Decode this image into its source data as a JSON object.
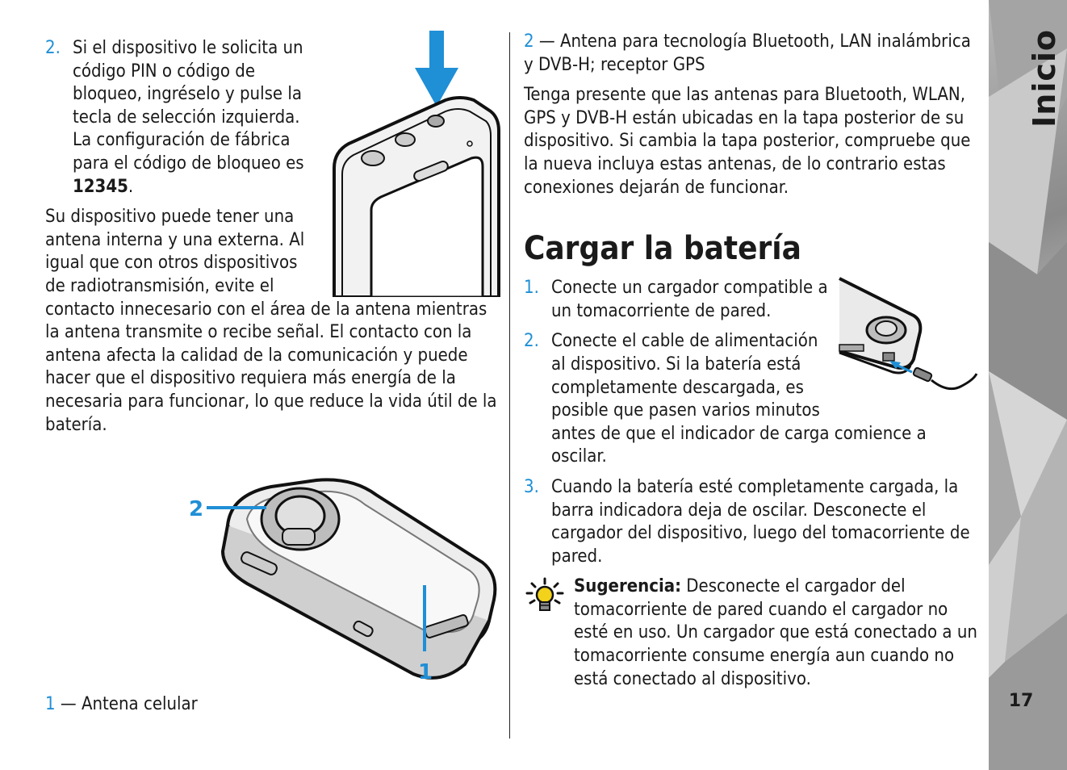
{
  "sidebar": {
    "section_title": "Inicio",
    "page_number": "17"
  },
  "left": {
    "step2": {
      "number": "2.",
      "text_before": "Si el dispositivo le solicita un código PIN o código de bloqueo, ingréselo y pulse la tecla de selección izquierda. La configuración de fábrica para el código de bloqueo es ",
      "code": "12345",
      "text_after": "."
    },
    "antenna_paragraph": "Su dispositivo puede tener una antena interna y una externa. Al igual que con otros dispositivos de radiotransmisión, evite el contacto innecesario con el área de la antena mientras la antena transmite o recibe señal. El contacto con la antena afecta la calidad de la comunicación y puede hacer que el dispositivo requiera más energía de la necesaria para funcionar, lo que reduce la vida útil de la batería.",
    "figure_labels": {
      "label_1": "1",
      "label_2": "2"
    },
    "caption": {
      "number": "1",
      "text": " — Antena celular"
    }
  },
  "right": {
    "caption2": {
      "number": "2",
      "text": " — Antena para tecnología Bluetooth, LAN inalámbrica y DVB-H; receptor GPS"
    },
    "antennas_paragraph": "Tenga presente que las antenas para Bluetooth, WLAN, GPS y DVB-H están ubicadas en la tapa posterior de su dispositivo. Si cambia la tapa posterior, compruebe que la nueva incluya estas antenas, de lo contrario estas conexiones dejarán de funcionar.",
    "heading": "Cargar la batería",
    "steps": [
      {
        "number": "1.",
        "text": "Conecte un cargador compatible a un tomacorriente de pared."
      },
      {
        "number": "2.",
        "text": "Conecte el cable de alimentación al dispositivo. Si la batería está completamente descargada, es posible que pasen varios minutos antes de que el indicador de carga comience a oscilar."
      },
      {
        "number": "3.",
        "text": "Cuando la batería esté completamente cargada, la barra indicadora deja de oscilar. Desconecte el cargador del dispositivo, luego del tomacorriente de pared."
      }
    ],
    "tip": {
      "label": "Sugerencia:",
      "text": " Desconecte el cargador del tomacorriente de pared cuando el cargador no esté en uso. Un cargador que está conectado a un tomacorriente consume energía aun cuando no está conectado al dispositivo."
    }
  },
  "colors": {
    "accent": "#1f8fd6",
    "arrow": "#1f8fd6",
    "text": "#1a1a1a"
  }
}
